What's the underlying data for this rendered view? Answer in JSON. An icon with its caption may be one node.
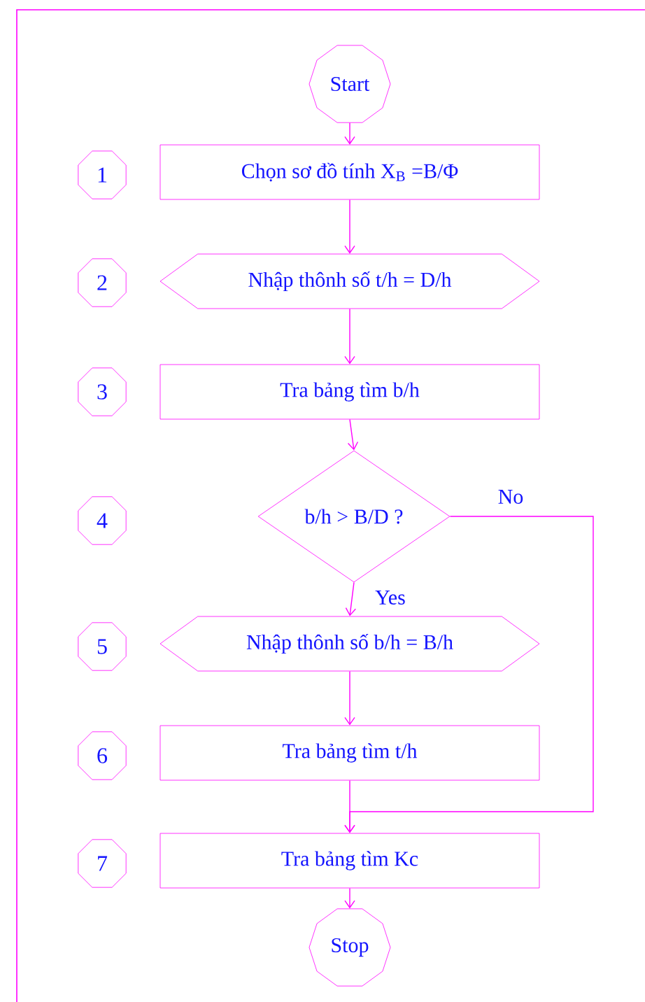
{
  "diagram": {
    "nodes": [
      {
        "text": [
          "Start"
        ]
      },
      {
        "text": [
          "1"
        ]
      },
      {
        "text": [
          "Chọn sơ đồ tính X$_{B}$ =B/Φ"
        ]
      },
      {
        "text": [
          "2"
        ]
      },
      {
        "text": [
          "Nhập thônh số t/h = D/h"
        ]
      },
      {
        "text": [
          "3"
        ]
      },
      {
        "text": [
          "Tra bảng tìm b/h"
        ]
      },
      {
        "text": [
          "4"
        ]
      },
      {
        "text": [
          "b/h > B/D ?"
        ]
      },
      {
        "text": [
          "5"
        ]
      },
      {
        "text": [
          "Nhập thônh số b/h = B/h"
        ]
      },
      {
        "text": [
          "6"
        ]
      },
      {
        "text": [
          "Tra bảng tìm t/h"
        ]
      },
      {
        "text": [
          "7"
        ]
      },
      {
        "text": [
          "Tra bảng tìm Kc"
        ]
      },
      {
        "text": [
          "Stop"
        ]
      }
    ],
    "edges": [
      {
        "from": 0,
        "to": 2,
        "arrow": "to"
      },
      {
        "from": 2,
        "to": 4,
        "arrow": "to"
      },
      {
        "from": 4,
        "to": 6,
        "arrow": "to"
      },
      {
        "from": 6,
        "to": 8,
        "arrow": "to"
      },
      {
        "from": 8,
        "to": 10,
        "arrow": "to",
        "label": "Yes"
      },
      {
        "from": 10,
        "to": 12,
        "arrow": "to"
      },
      {
        "from": 12,
        "to": 14,
        "arrow": "to"
      },
      {
        "from": 8,
        "to": 14,
        "arrow": "to",
        "label": "No"
      },
      {
        "from": 14,
        "to": 15,
        "arrow": "to"
      }
    ]
  }
}
